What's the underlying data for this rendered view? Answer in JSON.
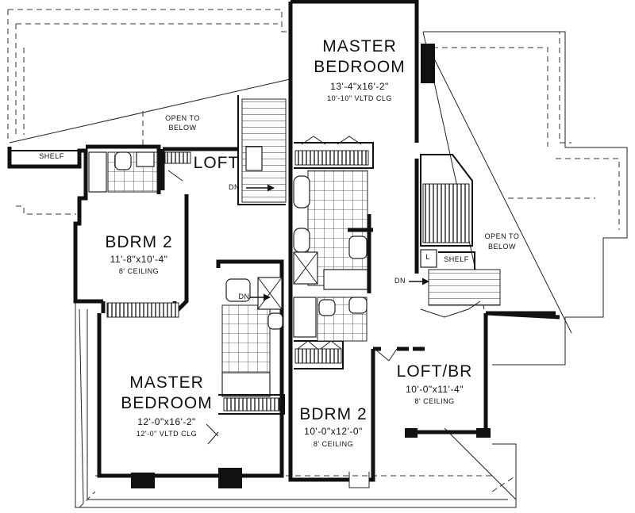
{
  "rooms": {
    "master_right": {
      "name_line1": "MASTER",
      "name_line2": "BEDROOM",
      "dims": "13'-4\"x16'-2\"",
      "ceiling": "10'-10\" VLTD CLG"
    },
    "bdrm2_left": {
      "name": "BDRM 2",
      "dims": "11'-8\"x10'-4\"",
      "ceiling": "8' CEILING"
    },
    "master_left": {
      "name_line1": "MASTER",
      "name_line2": "BEDROOM",
      "dims": "12'-0\"x16'-2\"",
      "ceiling": "12'-0\" VLTD CLG"
    },
    "bdrm2_center": {
      "name": "BDRM 2",
      "dims": "10'-0\"x12'-0\"",
      "ceiling": "8' CEILING"
    },
    "loft_br": {
      "name": "LOFT/BR",
      "dims": "10'-0\"x11'-4\"",
      "ceiling": "8' CEILING"
    },
    "loft": {
      "name": "LOFT"
    }
  },
  "notes": {
    "open_left_1": "OPEN TO",
    "open_left_2": "BELOW",
    "open_right_1": "OPEN TO",
    "open_right_2": "BELOW",
    "shelf_left": "SHELF",
    "shelf_right": "SHELF",
    "dn_loft": "DN",
    "dn_center": "DN",
    "dn_left": "DN",
    "l_mark": "L"
  }
}
